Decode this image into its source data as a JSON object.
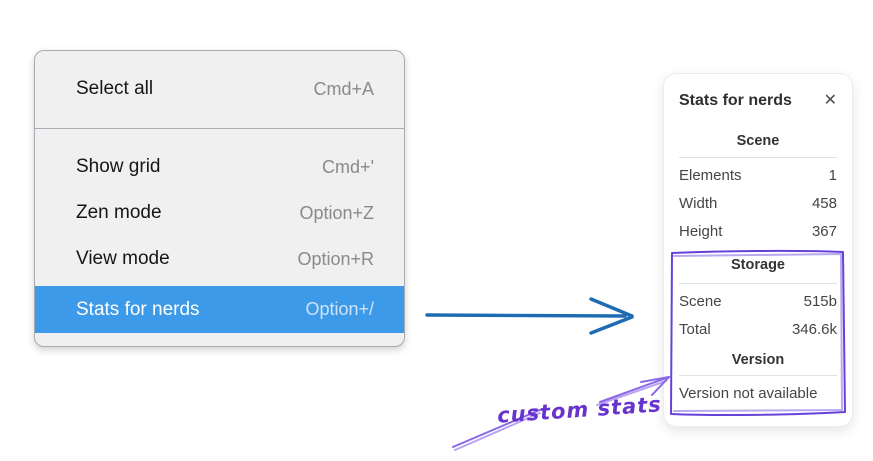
{
  "menu": {
    "sections": [
      {
        "items": [
          {
            "label": "Select all",
            "shortcut": "Cmd+A",
            "highlighted": false
          }
        ]
      },
      {
        "items": [
          {
            "label": "Show grid",
            "shortcut": "Cmd+'",
            "highlighted": false
          },
          {
            "label": "Zen mode",
            "shortcut": "Option+Z",
            "highlighted": false
          },
          {
            "label": "View mode",
            "shortcut": "Option+R",
            "highlighted": false
          },
          {
            "label": "Stats for nerds",
            "shortcut": "Option+/",
            "highlighted": true
          }
        ]
      }
    ]
  },
  "stats_panel": {
    "title": "Stats for nerds",
    "close_glyph": "✕",
    "sections": [
      {
        "heading": "Scene",
        "rows": [
          {
            "label": "Elements",
            "value": "1"
          },
          {
            "label": "Width",
            "value": "458"
          },
          {
            "label": "Height",
            "value": "367"
          }
        ]
      },
      {
        "heading": "Storage",
        "rows": [
          {
            "label": "Scene",
            "value": "515b"
          },
          {
            "label": "Total",
            "value": "346.6k"
          }
        ]
      },
      {
        "heading": "Version",
        "note": "Version not available"
      }
    ]
  },
  "annotation": {
    "label": "custom stats"
  },
  "colors": {
    "menu_highlight": "#3d9ae8",
    "flow_arrow_blue": "#1e6bb2",
    "annotation_purple": "#6741d9",
    "annotation_text_purple": "#6633cc"
  }
}
